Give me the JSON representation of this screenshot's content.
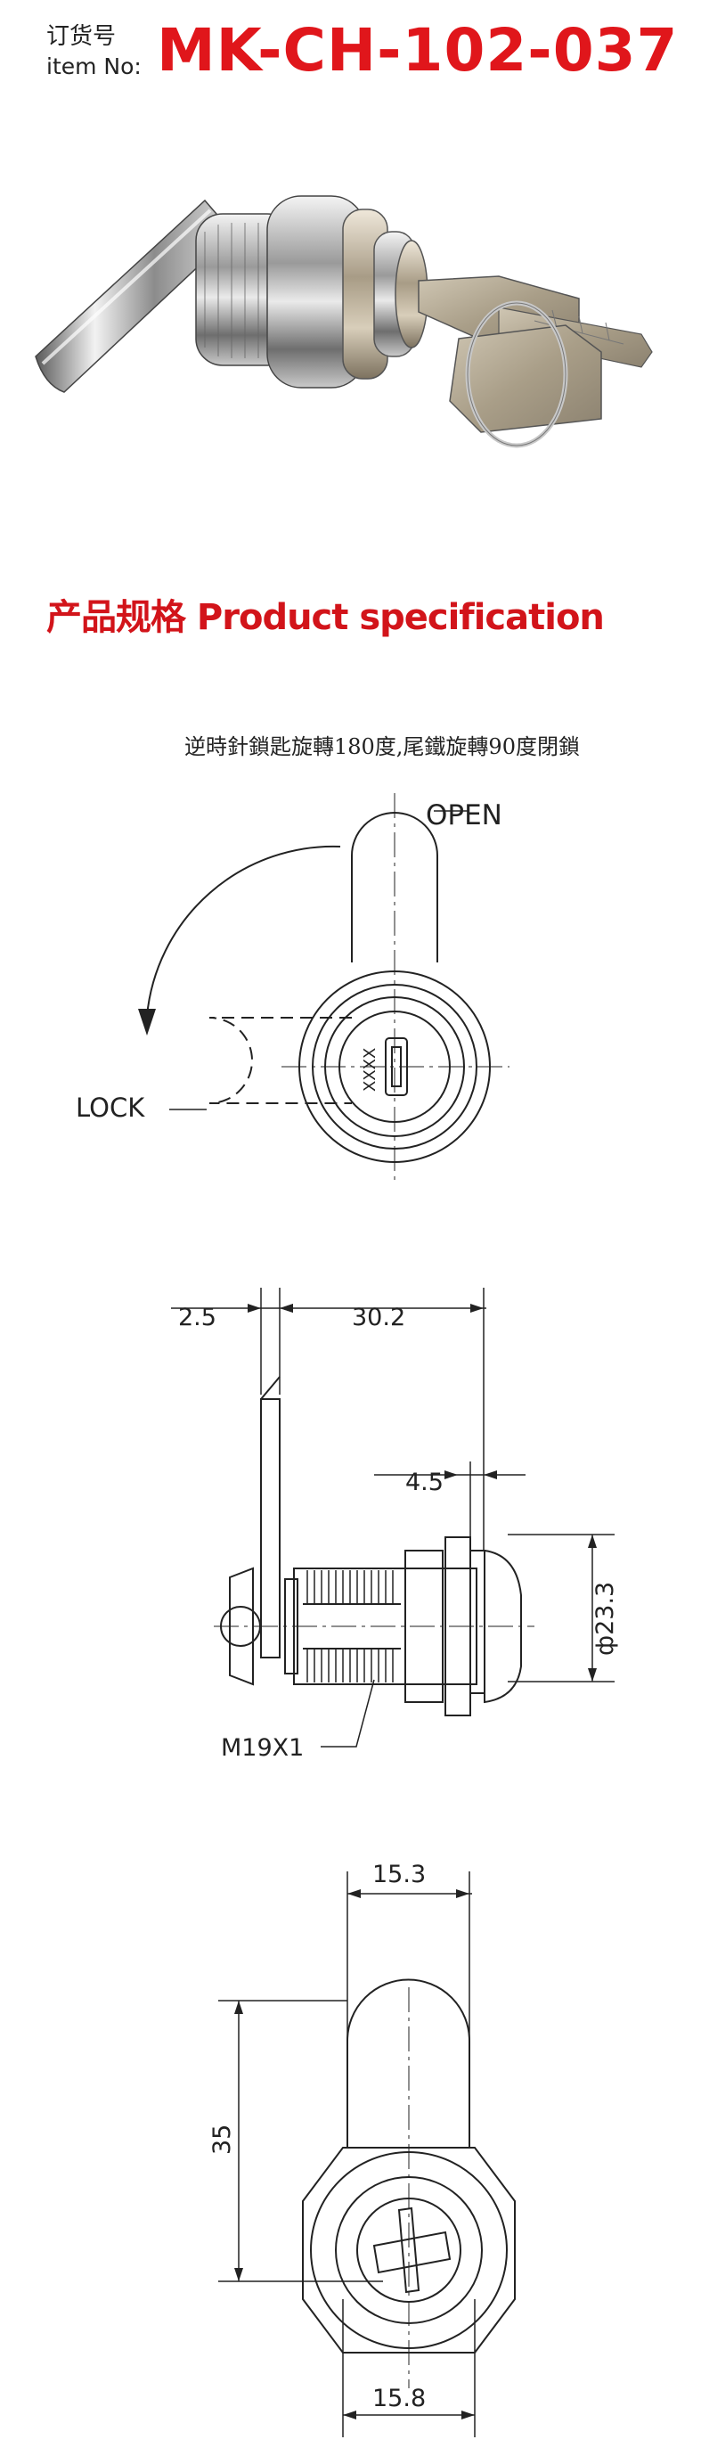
{
  "header": {
    "label_cn": "订货号",
    "label_en": "item No:",
    "item_no": "MK-CH-102-037"
  },
  "spec": {
    "title": "产品规格 Product specification",
    "rotation_note": "逆時針鎖匙旋轉180度,尾鐵旋轉90度閉鎖"
  },
  "front_view": {
    "open_label": "OPEN",
    "lock_label": "LOCK",
    "key_code": "XXXX"
  },
  "side_view": {
    "dim_cam_thickness": "2.5",
    "dim_length": "30.2",
    "dim_head": "4.5",
    "dim_diameter": "ф23.3",
    "thread_label": "M19X1"
  },
  "back_view": {
    "dim_cam_width": "15.3",
    "dim_cam_length": "35",
    "dim_nut_width": "15.8"
  },
  "colors": {
    "accent": "#e0161b",
    "line": "#222222"
  }
}
